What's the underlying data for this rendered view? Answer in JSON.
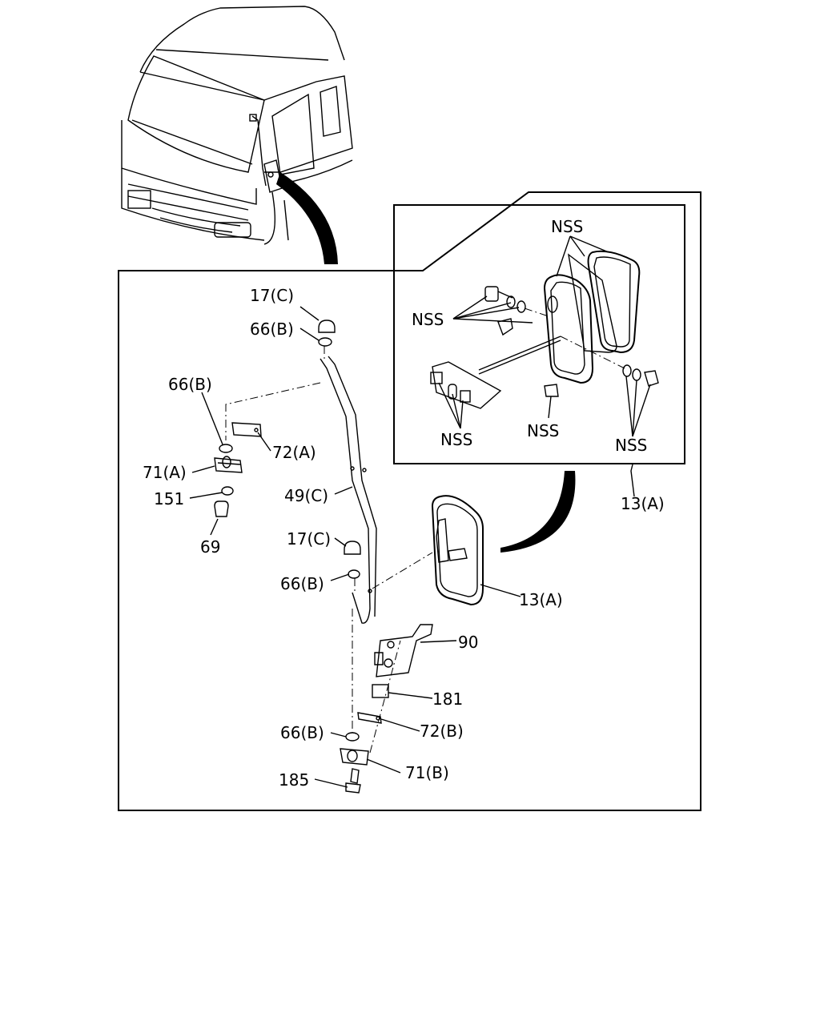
{
  "labels": {
    "p17c_top": "17(C)",
    "p66b_top": "66(B)",
    "p66b_left": "66(B)",
    "p72a": "72(A)",
    "p71a": "71(A)",
    "p151": "151",
    "p69": "69",
    "p49c": "49(C)",
    "p17c_mid": "17(C)",
    "p66b_mid": "66(B)",
    "p13a_main": "13(A)",
    "p90": "90",
    "p181": "181",
    "p66b_bottom": "66(B)",
    "p72b": "72(B)",
    "p71b": "71(B)",
    "p185": "185",
    "p13a_inset": "13(A)",
    "nss_top": "NSS",
    "nss_left": "NSS",
    "nss_bracket": "NSS",
    "nss_center": "NSS",
    "nss_right": "NSS"
  }
}
